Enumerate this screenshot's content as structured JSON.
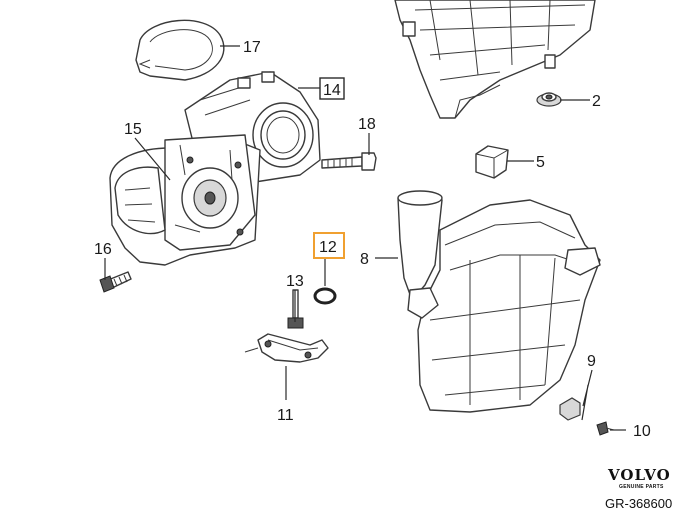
{
  "callouts": {
    "p2": "2",
    "p5": "5",
    "p8": "8",
    "p9": "9",
    "p10": "10",
    "p11": "11",
    "p12": "12",
    "p13": "13",
    "p14": "14",
    "p15": "15",
    "p16": "16",
    "p17": "17",
    "p18": "18"
  },
  "highlight": {
    "part": "12",
    "color": "#f0a030"
  },
  "branding": {
    "logo": "VOLVO",
    "logo_sub": "GENUINE PARTS",
    "drawing_ref": "GR-368600"
  }
}
